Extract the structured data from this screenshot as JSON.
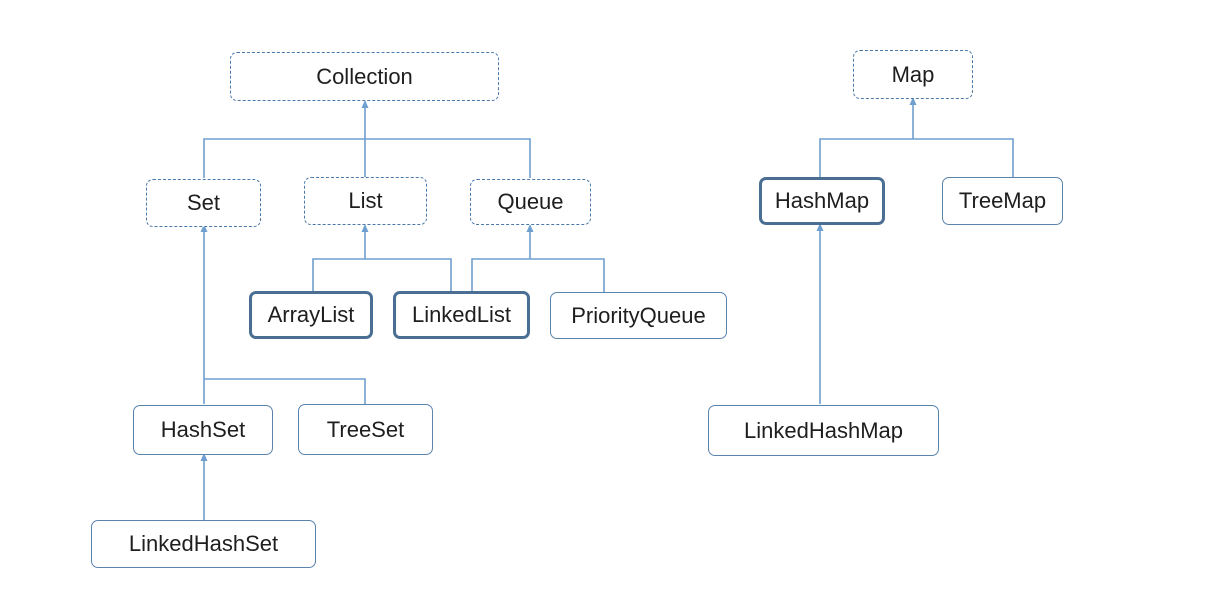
{
  "colors": {
    "connector": "#6f9fd0",
    "border": "#5b84ad",
    "bold_border": "#4b6f93",
    "text": "#1e1e1e"
  },
  "nodes": {
    "collection": "Collection",
    "set": "Set",
    "list": "List",
    "queue": "Queue",
    "arraylist": "ArrayList",
    "linkedlist": "LinkedList",
    "priorityqueue": "PriorityQueue",
    "hashset": "HashSet",
    "treeset": "TreeSet",
    "linkedhashset": "LinkedHashSet",
    "map": "Map",
    "hashmap": "HashMap",
    "treemap": "TreeMap",
    "linkedhashmap": "LinkedHashMap"
  }
}
